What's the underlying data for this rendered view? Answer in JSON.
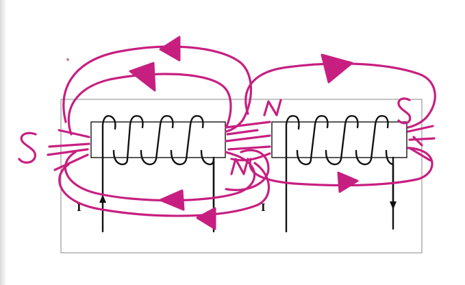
{
  "colors": {
    "ink": "#c71f80",
    "wire": "#111111",
    "frame": "#9a9a9a",
    "dot": "#c88aa8"
  },
  "labels": {
    "current_left": "I",
    "current_right": "I",
    "pole_left_outer": "S",
    "pole_left_inner": "N",
    "pole_right_inner": "N",
    "pole_right_outer": "S"
  }
}
